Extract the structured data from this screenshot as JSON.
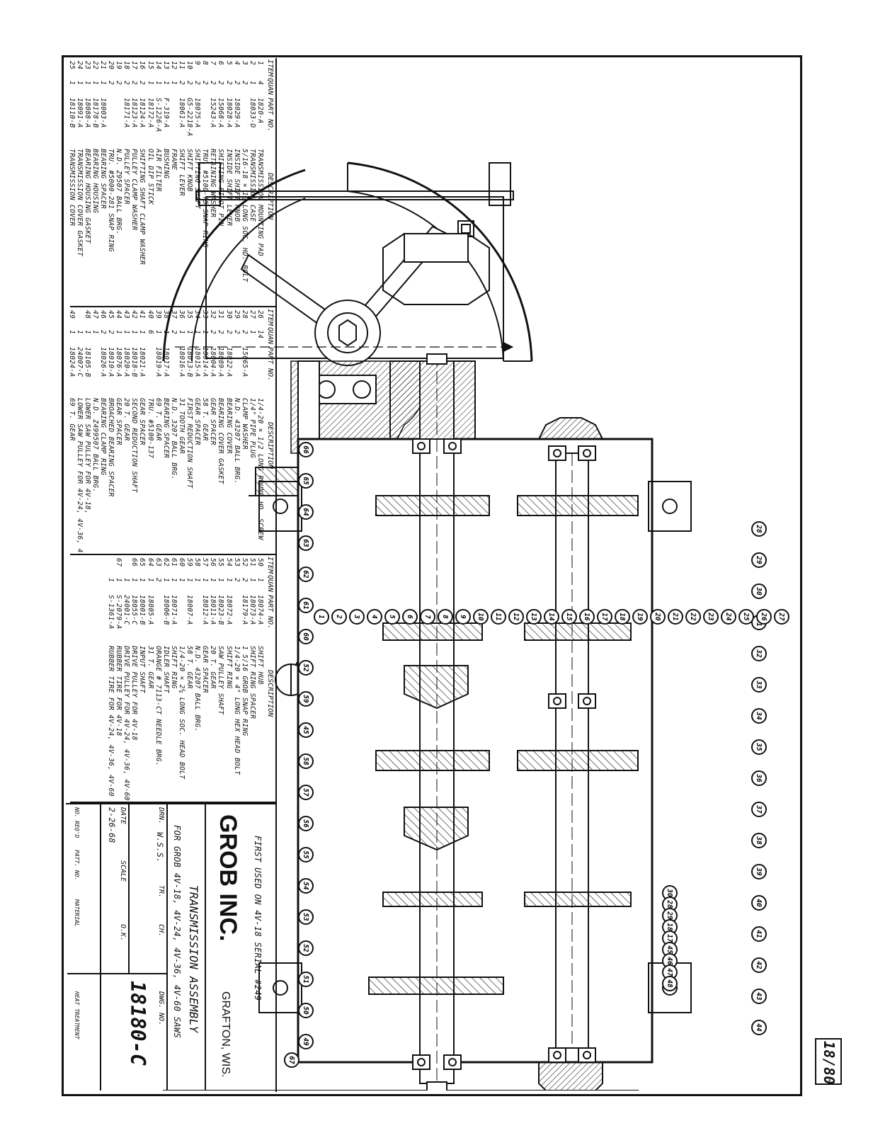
{
  "drawing": {
    "number_corner": "18/80",
    "company": "GROB INC.",
    "city": "GRAFTON, WIS.",
    "title": "TRANSMISSION ASSEMBLY",
    "subtitle": "FOR GROB 4V-18, 4V-24, 4V-36, 4V-60 SAWS",
    "note": "FIRST USED ON 4V-18 SERIAL #249",
    "dwg_no": "18180-C",
    "drawn_by": "W.S.S.",
    "date": "2-26-68",
    "labels": {
      "drn": "DRN.",
      "tr": "TR.",
      "ch": "CH.",
      "dwg_no": "DWG. NO.",
      "date": "DATE",
      "scale": "SCALE",
      "ok": "O.K.",
      "no_reqd": "NO. REQ'D",
      "patt_no": "PATT. NO.",
      "material": "MATERIAL",
      "heat": "HEAT TREATMENT"
    }
  },
  "bom_headers": {
    "item": "ITEM",
    "quan": "QUAN.",
    "part": "PART NO.",
    "desc": "DESCRIPTION"
  },
  "bom": {
    "col1": [
      {
        "item": "1",
        "quan": "4",
        "part": "1820-A",
        "desc": "TRANSMISSION MOUNTING PAD"
      },
      {
        "item": "2",
        "quan": "1",
        "part": "18033-D",
        "desc": "TRANSMISSION CASE"
      },
      {
        "item": "3",
        "quan": "2",
        "part": "",
        "desc": "5/16-18 × 1¼ LONG SOC. HD. BOLT"
      },
      {
        "item": "4",
        "quan": "2",
        "part": "18029-A",
        "desc": "INSIDE SHIFT KNOB"
      },
      {
        "item": "5",
        "quan": "2",
        "part": "18028-A",
        "desc": "INSIDE SHIFT LEVER"
      },
      {
        "item": "6",
        "quan": "2",
        "part": "15068-A",
        "desc": "SHIFTING PIVOT PIN"
      },
      {
        "item": "7",
        "quan": "2",
        "part": "15243-A",
        "desc": "RETAINING WASHER"
      },
      {
        "item": "8",
        "quan": "2",
        "part": "",
        "desc": "TRU. #5100-75 SNAP RING"
      },
      {
        "item": "9",
        "quan": "2",
        "part": "18075-A",
        "desc": "SHIFTING SHAFT"
      },
      {
        "item": "10",
        "quan": "2",
        "part": "G5-2218-A",
        "desc": "SHIFT KNOB"
      },
      {
        "item": "11",
        "quan": "2",
        "part": "18061-A",
        "desc": "SHIFT LEVER"
      },
      {
        "item": "12",
        "quan": "1",
        "part": "",
        "desc": "FRAME"
      },
      {
        "item": "13",
        "quan": "1",
        "part": "F-319-A",
        "desc": "BUSHING"
      },
      {
        "item": "14",
        "quan": "1",
        "part": "S-1226-A",
        "desc": "AIR FILTER"
      },
      {
        "item": "15",
        "quan": "1",
        "part": "18172-A",
        "desc": "OIL DIP STICK"
      },
      {
        "item": "16",
        "quan": "2",
        "part": "18124-A",
        "desc": "SHIFTING SHAFT CLAMP WASHER"
      },
      {
        "item": "17",
        "quan": "2",
        "part": "18123-A",
        "desc": "PULLEY CLAMP WASHER"
      },
      {
        "item": "18",
        "quan": "2",
        "part": "18171-A",
        "desc": "PULLEY SPACER"
      },
      {
        "item": "19",
        "quan": "2",
        "part": "",
        "desc": "N.D. Z9507 BALL BRG."
      },
      {
        "item": "20",
        "quan": "2",
        "part": "",
        "desc": "TRU. #5000-281 SNAP RING"
      },
      {
        "item": "21",
        "quan": "1",
        "part": "18003-A",
        "desc": "BEARING SPACER"
      },
      {
        "item": "22",
        "quan": "1",
        "part": "18178-B",
        "desc": "BEARING HOUSING"
      },
      {
        "item": "23",
        "quan": "1",
        "part": "18088-A",
        "desc": "BEARING HOUSING GASKET"
      },
      {
        "item": "24",
        "quan": "1",
        "part": "18091-A",
        "desc": "TRANSMISSION COVER GASKET"
      },
      {
        "item": "25",
        "quan": "1",
        "part": "18110-B",
        "desc": "TRANSMISSION COVER"
      }
    ],
    "col2": [
      {
        "item": "26",
        "quan": "14",
        "part": "",
        "desc": "1/4-20 × 1/2 LONG ROUND HD. SCREW"
      },
      {
        "item": "27",
        "quan": "1",
        "part": "",
        "desc": "1/4\" PIPE PLUG"
      },
      {
        "item": "28",
        "quan": "2",
        "part": "15065-A",
        "desc": "CLAMP WASHER"
      },
      {
        "item": "29",
        "quan": "2",
        "part": "",
        "desc": "N.D.     43207 BALL BRG."
      },
      {
        "item": "30",
        "quan": "2",
        "part": "18022-A",
        "desc": "BEARING COVER"
      },
      {
        "item": "31",
        "quan": "2",
        "part": "18089-A",
        "desc": "BEARING COVER GASKET"
      },
      {
        "item": "32",
        "quan": "2",
        "part": "18004-A",
        "desc": "GEAR SPACER"
      },
      {
        "item": "33",
        "quan": "1",
        "part": "18014-A",
        "desc": "58 T. GEAR"
      },
      {
        "item": "34",
        "quan": "1",
        "part": "18015-A",
        "desc": "GEAR SPACER"
      },
      {
        "item": "35",
        "quan": "1",
        "part": "18013-B",
        "desc": "FIRST REDUCTION SHAFT"
      },
      {
        "item": "36",
        "quan": "1",
        "part": "18016-A",
        "desc": "31 TOOTH GEAR"
      },
      {
        "item": "37",
        "quan": "2",
        "part": "",
        "desc": "N.D.   3207 BALL BRG."
      },
      {
        "item": "38",
        "quan": "1",
        "part": "18017-A",
        "desc": "BEARING SPACER"
      },
      {
        "item": "39",
        "quan": "1",
        "part": "18019-A",
        "desc": "69 T. GEAR"
      },
      {
        "item": "40",
        "quan": "6",
        "part": "",
        "desc": "TRU. #5100-137"
      },
      {
        "item": "41",
        "quan": "1",
        "part": "18021-A",
        "desc": "GEAR SPACER"
      },
      {
        "item": "42",
        "quan": "1",
        "part": "18018-B",
        "desc": "SECOND REDUCTION SHAFT"
      },
      {
        "item": "43",
        "quan": "1",
        "part": "18020-A",
        "desc": "20 T. GEAR"
      },
      {
        "item": "44",
        "quan": "1",
        "part": "18076-A",
        "desc": "GEAR SPACER"
      },
      {
        "item": "45",
        "quan": "2",
        "part": "18010-A",
        "desc": "BROACHED BEARING SPACER"
      },
      {
        "item": "46",
        "quan": "2",
        "part": "18026-A",
        "desc": "BEARING CLAMP RING"
      },
      {
        "item": "47",
        "quan": "1",
        "part": "",
        "desc": "N.D. Z499507 BALL BRG."
      },
      {
        "item": "48",
        "quan": "1",
        "part": "18105-B",
        "desc": "LOWER SAW PULLEY FOR 4V-18,"
      },
      {
        "item": "",
        "quan": "1",
        "part": "24007-C",
        "desc": "LOWER SAW PULLEY FOR 4V-24, 4V-36, 4V-60"
      },
      {
        "item": "49",
        "quan": "1",
        "part": "18024-A",
        "desc": "69 T. GEAR"
      }
    ],
    "col3": [
      {
        "item": "50",
        "quan": "1",
        "part": "18074-A",
        "desc": "SHIFT HUB"
      },
      {
        "item": "51",
        "quan": "1",
        "part": "18073-A",
        "desc": "SHIFT RING SPACER"
      },
      {
        "item": "52",
        "quan": "2",
        "part": "18179-A",
        "desc": "1 5/16 GROB SNAP RING"
      },
      {
        "item": "53",
        "quan": "2",
        "part": "",
        "desc": "1/4-20 × 4\" LONG HEX HEAD BOLT"
      },
      {
        "item": "54",
        "quan": "1",
        "part": "18072-A",
        "desc": "SHIFT RING"
      },
      {
        "item": "55",
        "quan": "1",
        "part": "18023-B",
        "desc": "SAW PULLEY SHAFT"
      },
      {
        "item": "56",
        "quan": "1",
        "part": "18011-A",
        "desc": "20 T. GEAR"
      },
      {
        "item": "57",
        "quan": "1",
        "part": "18012-A",
        "desc": "GEAR SPACER"
      },
      {
        "item": "58",
        "quan": "1",
        "part": "",
        "desc": "N.D.      43207 BALL BRG."
      },
      {
        "item": "59",
        "quan": "1",
        "part": "18007-A",
        "desc": "58 T. GEAR"
      },
      {
        "item": "60",
        "quan": "1",
        "part": "",
        "desc": "1/4-20 × 2¼ LONG SOC. HEAD BOLT"
      },
      {
        "item": "61",
        "quan": "1",
        "part": "18071-A",
        "desc": "SHIFT RING"
      },
      {
        "item": "62",
        "quan": "1",
        "part": "18006-B",
        "desc": "IDLER SHAFT"
      },
      {
        "item": "63",
        "quan": "2",
        "part": "",
        "desc": "ORANGE # 7113-CT NEEDLE BRG."
      },
      {
        "item": "64",
        "quan": "1",
        "part": "18005-A",
        "desc": "31 T. GEAR"
      },
      {
        "item": "65",
        "quan": "1",
        "part": "18001-B",
        "desc": "INPUT SHAFT"
      },
      {
        "item": "66",
        "quan": "1",
        "part": "18055-C",
        "desc": "DRIVE PULLEY FOR 4V-18"
      },
      {
        "item": "",
        "quan": "1",
        "part": "24001-C",
        "desc": "DRIVE PULLEY FOR 4V-24, 4V-36, 4V-60"
      },
      {
        "item": "67",
        "quan": "1",
        "part": "S-2079-A",
        "desc": "RUBBER TIRE FOR 4V-18"
      },
      {
        "item": "",
        "quan": "1",
        "part": "S-1361-A",
        "desc": "RUBBER TIRE FOR 4V-24, 4V-36, 4V-60"
      }
    ]
  },
  "balloons": {
    "top": [
      "30",
      "28",
      "29",
      "18",
      "17",
      "45",
      "46",
      "47",
      "48"
    ],
    "right_top": [
      "44",
      "43",
      "42",
      "41",
      "40",
      "39",
      "38",
      "37",
      "36",
      "35",
      "34",
      "33",
      "32",
      "31",
      "30",
      "29",
      "28"
    ],
    "right_bottom": [
      "49",
      "50",
      "51",
      "52",
      "53",
      "54",
      "55",
      "56",
      "57",
      "58",
      "45",
      "59",
      "52",
      "60",
      "61",
      "62",
      "63",
      "64",
      "65",
      "66"
    ],
    "left": [
      "27",
      "26",
      "25",
      "24",
      "23",
      "22",
      "21",
      "20",
      "19",
      "18",
      "17",
      "16",
      "15",
      "14",
      "13",
      "12",
      "11",
      "10",
      "9",
      "8",
      "7",
      "6",
      "5",
      "4",
      "3",
      "2",
      "1",
      "59"
    ],
    "tire": "67"
  }
}
